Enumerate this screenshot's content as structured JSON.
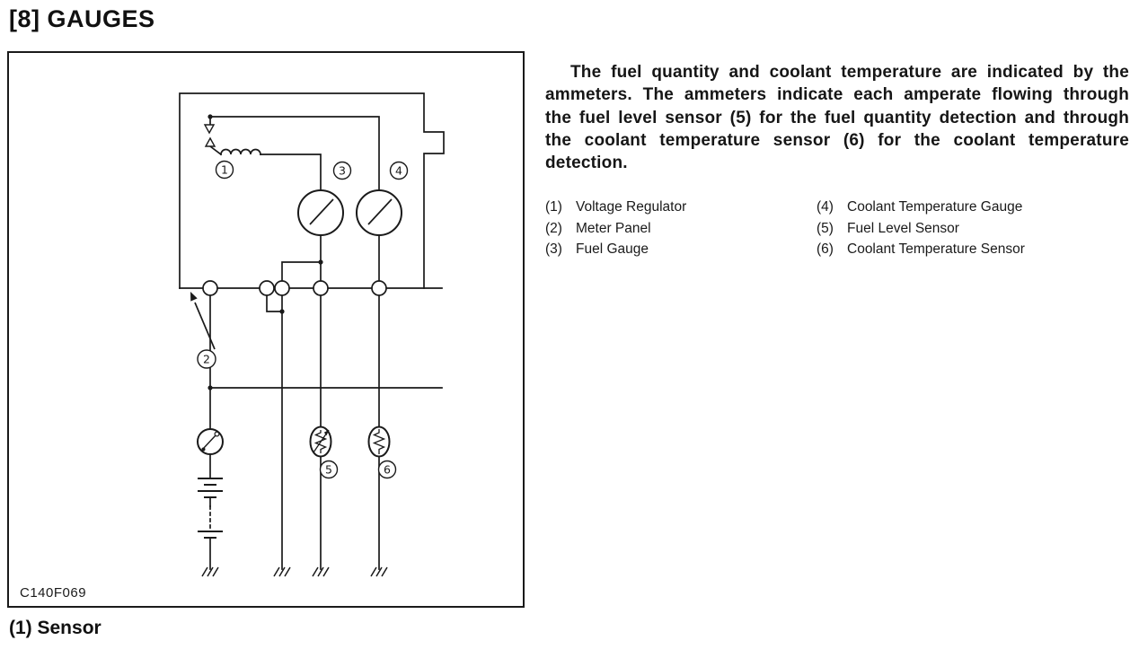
{
  "page": {
    "title": "[8] GAUGES",
    "footer_heading": "(1) Sensor"
  },
  "figure": {
    "caption": "C140F069",
    "labels": {
      "n1": "1",
      "n2": "2",
      "n3": "3",
      "n4": "4",
      "n5": "5",
      "n6": "6"
    }
  },
  "description": {
    "paragraph": "The fuel quantity and coolant temperature are indicated by the ammeters. The ammeters indicate each amperate flowing through the fuel level sensor (5) for the fuel quantity detection and through the coolant temperature sensor (6) for the coolant temperature detection."
  },
  "legend": {
    "left": [
      {
        "num": "(1)",
        "label": "Voltage Regulator"
      },
      {
        "num": "(2)",
        "label": "Meter Panel"
      },
      {
        "num": "(3)",
        "label": "Fuel Gauge"
      }
    ],
    "right": [
      {
        "num": "(4)",
        "label": "Coolant Temperature Gauge"
      },
      {
        "num": "(5)",
        "label": "Fuel Level Sensor"
      },
      {
        "num": "(6)",
        "label": "Coolant Temperature Sensor"
      }
    ]
  },
  "colors": {
    "ink": "#1a1a1a",
    "paper": "#ffffff"
  }
}
